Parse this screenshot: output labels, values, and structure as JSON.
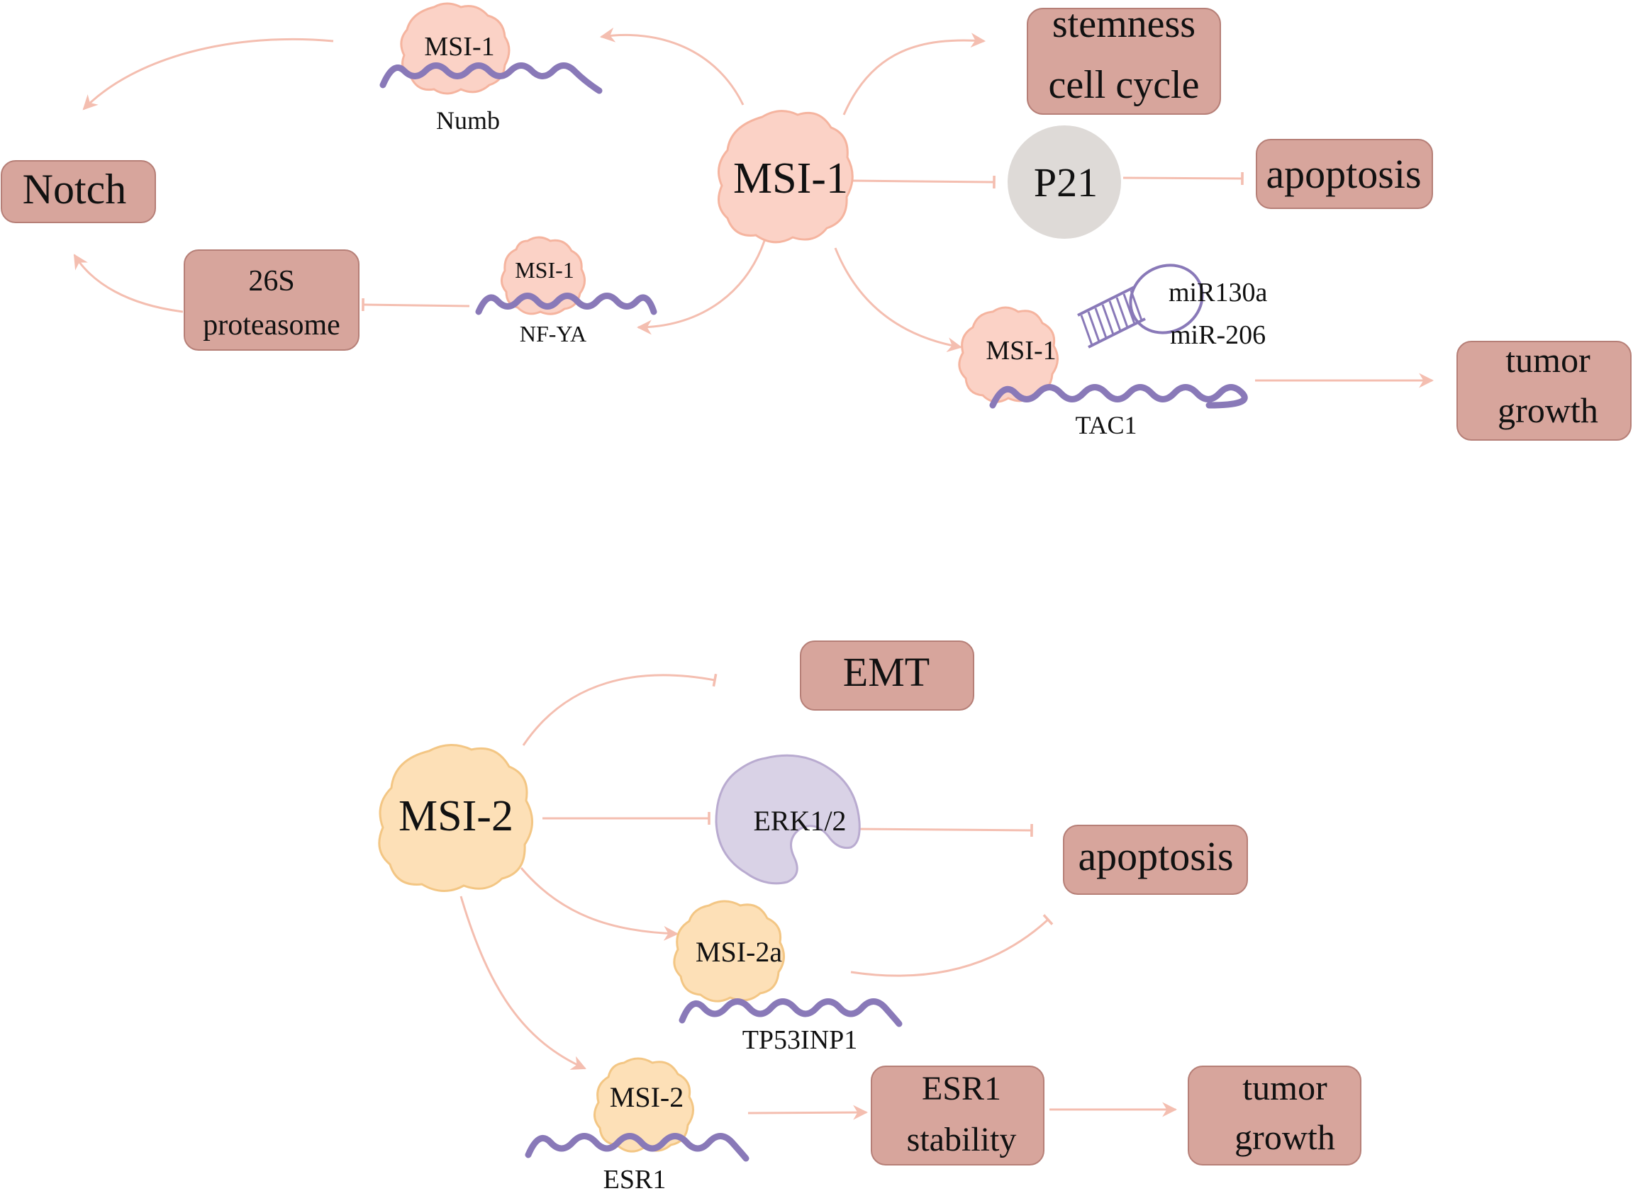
{
  "colors": {
    "arrow": "#f3b3a3",
    "box_fill": "#d7a59c",
    "msi1_fill": "#fbd2c6",
    "msi1_stroke": "#f5b49f",
    "msi2_fill": "#fde0b7",
    "msi2_stroke": "#f3c684",
    "rna": "#8979b8",
    "p21_fill": "#dedad7",
    "erk_fill": "#d9d2e6",
    "erk_stroke": "#b9abd0"
  },
  "panel_msi1": {
    "hub": "MSI-1",
    "numb_complex": {
      "protein": "MSI-1",
      "rna": "Numb"
    },
    "nfya_complex": {
      "protein": "MSI-1",
      "rna": "NF-YA"
    },
    "tac1_complex": {
      "protein": "MSI-1",
      "rna": "TAC1",
      "mirna_1": "miR130a",
      "mirna_2": "miR-206"
    },
    "p21": "P21",
    "boxes": {
      "stemness_line1": "stemness",
      "stemness_line2": "cell cycle",
      "notch": "Notch",
      "proteasome_line1": "26S",
      "proteasome_line2": "proteasome",
      "apoptosis": "apoptosis",
      "tumor_line1": "tumor",
      "tumor_line2": "growth"
    }
  },
  "panel_msi2": {
    "hub": "MSI-2",
    "erk": "ERK1/2",
    "msi2a_complex": {
      "protein": "MSI-2a",
      "rna": "TP53INP1"
    },
    "esr1_complex": {
      "protein": "MSI-2",
      "rna": "ESR1"
    },
    "boxes": {
      "emt": "EMT",
      "apoptosis": "apoptosis",
      "esr1_line1": "ESR1",
      "esr1_line2": "stability",
      "tumor_line1": "tumor",
      "tumor_line2": "growth"
    }
  }
}
